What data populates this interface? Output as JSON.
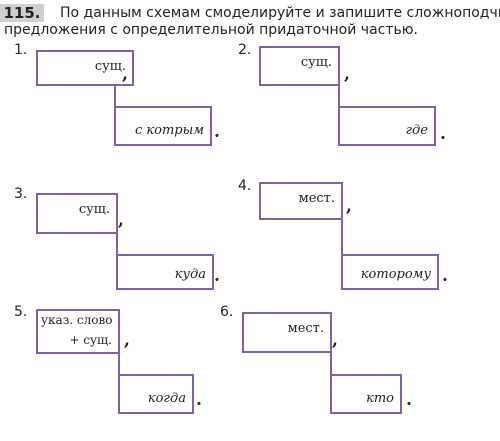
{
  "task": {
    "number": "115.",
    "line1": "По данным схемам смоделируйте и запишите сложноподчи",
    "line2": "предложения с определительной придаточной частью."
  },
  "schemes": [
    {
      "n": "1.",
      "main": "сущ.",
      "sub": "с котрым"
    },
    {
      "n": "2.",
      "main": "сущ.",
      "sub": "где"
    },
    {
      "n": "3.",
      "main": "сущ.",
      "sub": "куда"
    },
    {
      "n": "4.",
      "main": "мест.",
      "sub": "которому"
    },
    {
      "n": "5.",
      "main_l1": "указ. слово",
      "main_l2": "+ сущ.",
      "sub": "когда"
    },
    {
      "n": "6.",
      "main": "мест.",
      "sub": "кто"
    }
  ],
  "punct": {
    "comma": ",",
    "period": "."
  }
}
